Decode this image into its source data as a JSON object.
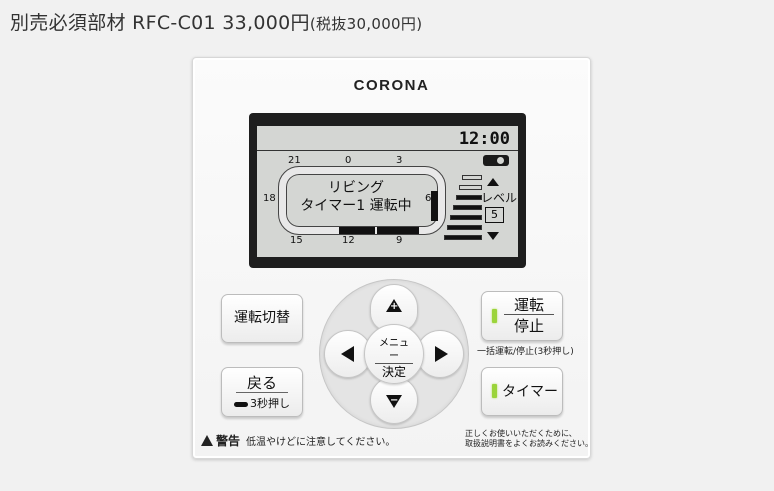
{
  "header": {
    "price_main": "別売必須部材 RFC-C01 33,000円",
    "price_tax": "(税抜30,000円)"
  },
  "device": {
    "brand": "CORONA",
    "display": {
      "clock": "12:00",
      "hours": {
        "top_left": "21",
        "top_mid": "0",
        "top_right": "3",
        "left": "18",
        "right": "6",
        "bottom_left": "15",
        "bottom_mid": "12",
        "bottom_right": "9"
      },
      "room_name": "リビング",
      "status_line": "タイマー1 運転中",
      "level_label": "レベル",
      "level_value": "5",
      "level_bars_total": 7,
      "level_bars_on": 5
    },
    "buttons": {
      "switch": "運転切替",
      "back_main": "戻る",
      "back_sub": "3秒押し",
      "run_top": "運転",
      "run_bottom": "停止",
      "run_note": "一括運転/停止(3秒押し)",
      "timer": "タイマー",
      "menu_top": "メニュー",
      "menu_bottom": "決定",
      "up_sign": "+",
      "down_sign": "−"
    },
    "warning": {
      "head": "警告",
      "text": "低温やけどに注意してください。"
    },
    "manual_note_1": "正しくお使いいただくために、",
    "manual_note_2": "取扱説明書をよくお読みください。",
    "colors": {
      "led": "#9bd43a",
      "lcd_bg": "#d4d6d3",
      "bezel": "#1e1e1e"
    },
    "icons": [
      "key-lock-icon",
      "arrow-up-icon",
      "arrow-down-icon",
      "arrow-left-icon",
      "arrow-right-icon",
      "warning-icon"
    ]
  }
}
